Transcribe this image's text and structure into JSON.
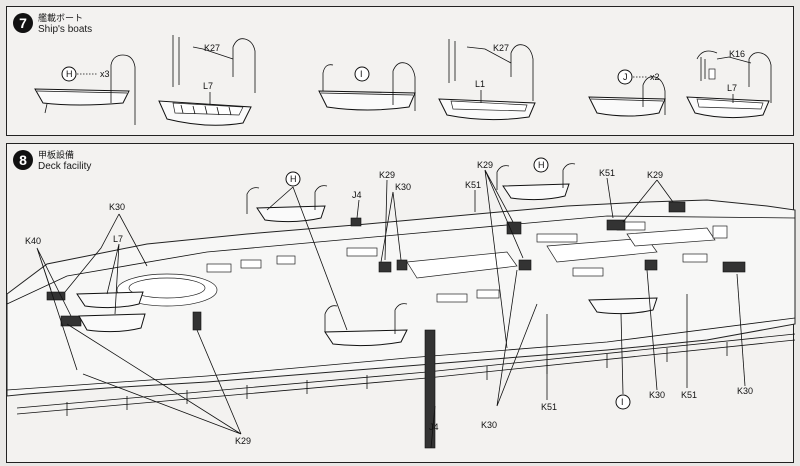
{
  "step7": {
    "number": "7",
    "title_jp": "艦載ボート",
    "title_en": "Ship's boats",
    "callouts": {
      "h_letter": "H",
      "h_qty": "x3",
      "i_letter": "I",
      "j_letter": "J",
      "j_qty": "x2",
      "k27_a": "K27",
      "l7_a": "L7",
      "k27_b": "K27",
      "l1": "L1",
      "k16": "K16",
      "l7_b": "L7"
    }
  },
  "step8": {
    "number": "8",
    "title_jp": "甲板設備",
    "title_en": "Deck facility",
    "callouts": {
      "k30_top_left": "K30",
      "k40": "K40",
      "l7": "L7",
      "h_left": "H",
      "j4_top": "J4",
      "k29_top": "K29",
      "k30_mid": "K30",
      "k51_top": "K51",
      "k29_mid": "K29",
      "h_right": "H",
      "k51_right": "K51",
      "k29_right": "K29",
      "k29_bottom": "K29",
      "j4_bottom": "J4",
      "k30_bottom": "K30",
      "k51_bottom": "K51",
      "i_bottom": "I",
      "k30_bottom_right": "K30",
      "k51_bottom_right": "K51",
      "k30_far_right": "K30"
    }
  }
}
